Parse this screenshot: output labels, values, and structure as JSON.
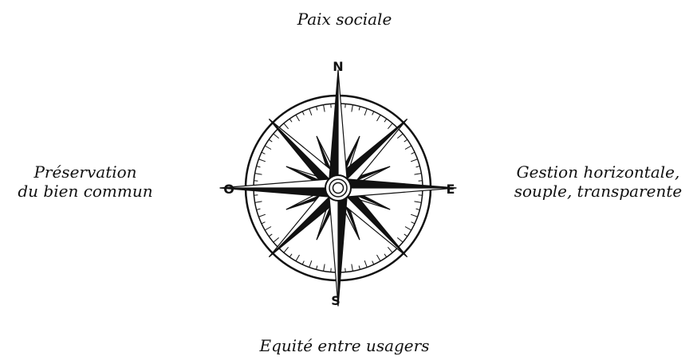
{
  "labels": {
    "north": "Paix sociale",
    "south": "Equité entre usagers",
    "west_line1": "Préservation",
    "west_line2": "du bien commun",
    "east_line1": "Gestion horizontale,",
    "east_line2": "souple, transparente"
  },
  "compass": {
    "cardinals": {
      "n": "N",
      "s": "S",
      "e": "E",
      "w": "O"
    },
    "icon": "compass-rose-icon",
    "colors": {
      "ink": "#111111",
      "paper": "#ffffff"
    }
  }
}
